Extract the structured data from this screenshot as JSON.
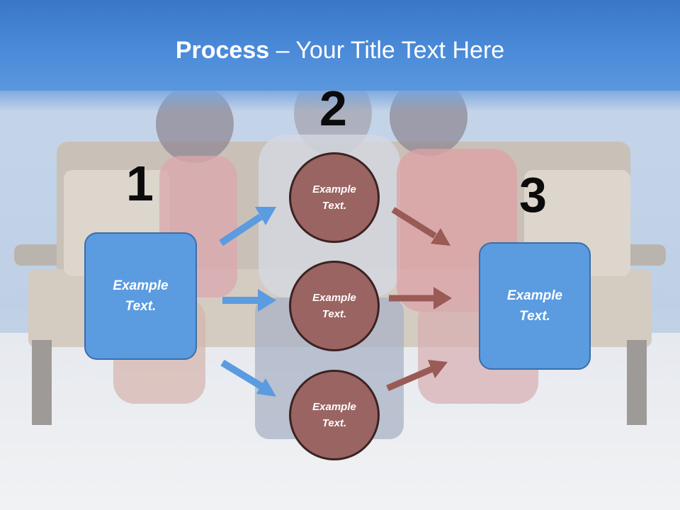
{
  "title": {
    "bold": "Process",
    "rest": " – Your Title Text Here"
  },
  "steps": {
    "n1": "1",
    "n2": "2",
    "n3": "3"
  },
  "left_box": {
    "line1": "Example",
    "line2": "Text."
  },
  "right_box": {
    "line1": "Example",
    "line2": "Text."
  },
  "circles": [
    {
      "line1": "Example",
      "line2": "Text."
    },
    {
      "line1": "Example",
      "line2": "Text."
    },
    {
      "line1": "Example",
      "line2": "Text."
    }
  ],
  "colors": {
    "header": "#3a78c6",
    "box_fill": "#5b9be0",
    "circle_fill": "#9a6462",
    "blue_arrow": "#5b9be0",
    "brown_arrow": "#9a5a55"
  }
}
